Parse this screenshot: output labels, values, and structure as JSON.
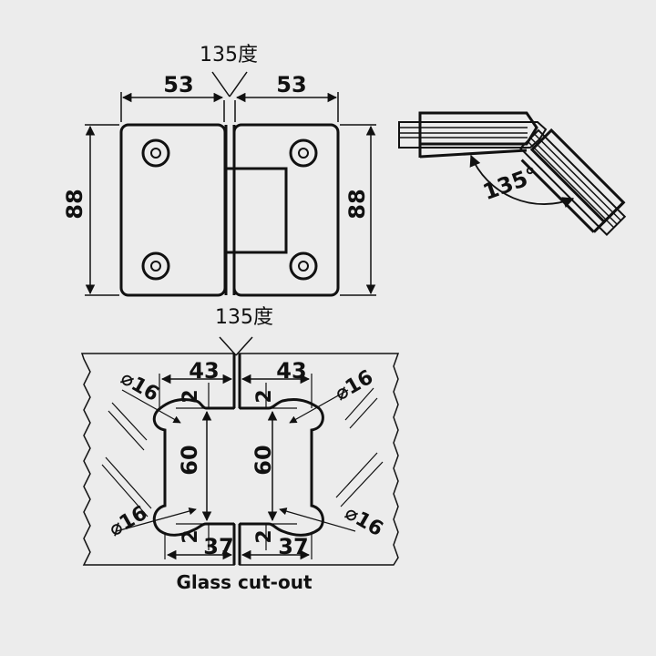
{
  "colors": {
    "background": "#ececec",
    "line": "#111111",
    "glass": "#ececec"
  },
  "top_view": {
    "angle_label": "135度",
    "left_width": "53",
    "right_width": "53",
    "left_height": "88",
    "right_height": "88"
  },
  "side_view": {
    "angle_label": "135°"
  },
  "cutout": {
    "angle_label": "135度",
    "top_left_width": "43",
    "top_right_width": "43",
    "top_left_dia": "⌀16",
    "top_right_dia": "⌀16",
    "bottom_left_dia": "⌀16",
    "bottom_right_dia": "⌀16",
    "left_top_offset": "2",
    "right_top_offset": "2",
    "left_bottom_offset": "2",
    "right_bottom_offset": "2",
    "left_height": "60",
    "right_height": "60",
    "bottom_left_width": "37",
    "bottom_right_width": "37",
    "caption": "Glass cut-out"
  }
}
